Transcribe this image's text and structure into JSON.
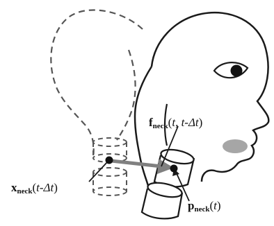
{
  "labels": {
    "force": {
      "symbol": "f",
      "subscript": "neck",
      "args": "t, t-Δt"
    },
    "prev_position": {
      "symbol": "x",
      "subscript": "neck",
      "args": "t-Δt"
    },
    "current_position": {
      "symbol": "p",
      "subscript": "neck",
      "args": "t"
    }
  },
  "colors": {
    "outline": "#1a1a1a",
    "dashed_outline": "#555555",
    "arrow": "#808080",
    "cheek": "#a6a6a6",
    "pupil": "#111111"
  }
}
